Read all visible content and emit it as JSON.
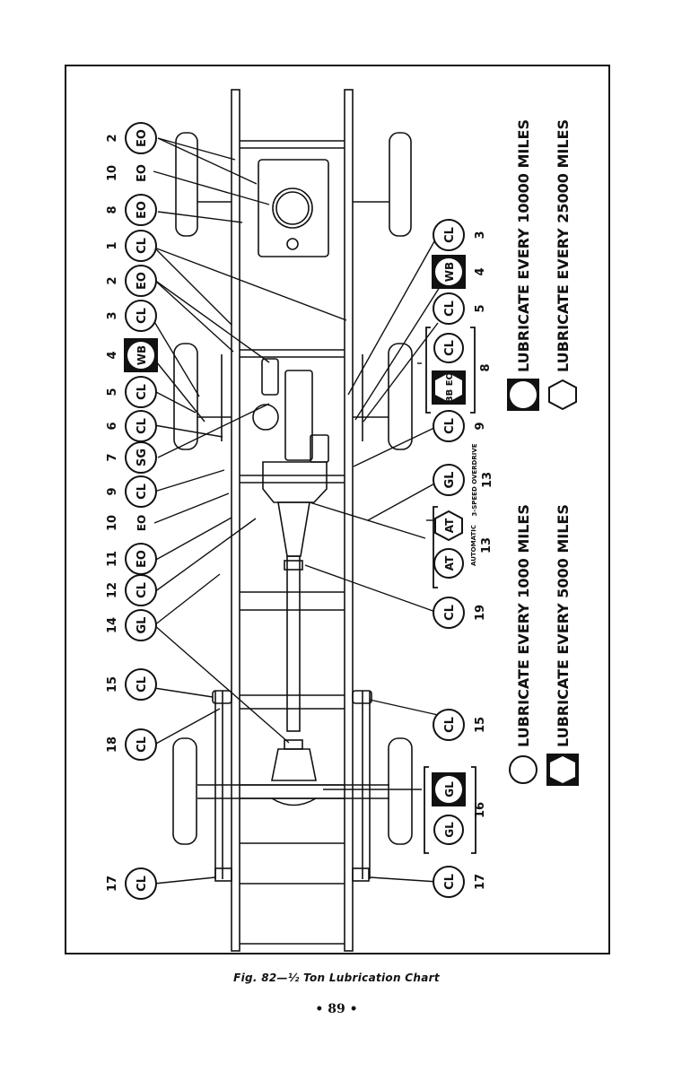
{
  "figure": {
    "caption": "Fig. 82—½ Ton Lubrication Chart",
    "page_number": "• 89 •"
  },
  "legend": [
    {
      "symbol": "circle",
      "boxed": false,
      "text": "LUBRICATE EVERY 1000 MILES"
    },
    {
      "symbol": "hexagon",
      "boxed": true,
      "text": "LUBRICATE EVERY 5000 MILES"
    },
    {
      "symbol": "circle",
      "boxed": true,
      "text": "LUBRICATE EVERY 10000 MILES"
    },
    {
      "symbol": "hexagon",
      "boxed": false,
      "text": "LUBRICATE EVERY 25000 MILES"
    }
  ],
  "callouts_left": [
    {
      "num": "2",
      "code": "EO",
      "shape": "circle",
      "boxed": false
    },
    {
      "num": "10",
      "code": "EO",
      "shape": "none",
      "boxed": false
    },
    {
      "num": "8",
      "code": "EO",
      "shape": "circle",
      "boxed": false
    },
    {
      "num": "1",
      "code": "CL",
      "shape": "circle",
      "boxed": false
    },
    {
      "num": "2",
      "code": "EO",
      "shape": "circle",
      "boxed": false
    },
    {
      "num": "3",
      "code": "CL",
      "shape": "circle",
      "boxed": false
    },
    {
      "num": "4",
      "code": "WB",
      "shape": "circle",
      "boxed": true
    },
    {
      "num": "5",
      "code": "CL",
      "shape": "circle",
      "boxed": false
    },
    {
      "num": "6",
      "code": "CL",
      "shape": "circle",
      "boxed": false
    },
    {
      "num": "7",
      "code": "SG",
      "shape": "circle",
      "boxed": false
    },
    {
      "num": "9",
      "code": "CL",
      "shape": "circle",
      "boxed": false
    },
    {
      "num": "10",
      "code": "EO",
      "shape": "none",
      "boxed": false
    },
    {
      "num": "11",
      "code": "EO",
      "shape": "circle",
      "boxed": false
    },
    {
      "num": "12",
      "code": "CL",
      "shape": "circle",
      "boxed": false
    },
    {
      "num": "14",
      "code": "GL",
      "shape": "circle",
      "boxed": false
    },
    {
      "num": "15",
      "code": "CL",
      "shape": "circle",
      "boxed": false
    },
    {
      "num": "18",
      "code": "CL",
      "shape": "circle",
      "boxed": false
    },
    {
      "num": "17",
      "code": "CL",
      "shape": "circle",
      "boxed": false
    }
  ],
  "callouts_right": [
    {
      "num": "3",
      "code": "CL",
      "shape": "circle",
      "boxed": false
    },
    {
      "num": "4",
      "code": "WB",
      "shape": "circle",
      "boxed": true
    },
    {
      "num": "5",
      "code": "CL",
      "shape": "circle",
      "boxed": false
    },
    {
      "num": "8",
      "group": [
        {
          "code": "CL",
          "shape": "circle",
          "boxed": false
        },
        {
          "code": "BB EO",
          "shape": "hexagon",
          "boxed": true
        }
      ]
    },
    {
      "num": "9",
      "code": "CL",
      "shape": "circle",
      "boxed": false
    },
    {
      "num": "13",
      "code": "GL",
      "shape": "circle",
      "boxed": false,
      "note": "3-SPEED OVERDRIVE"
    },
    {
      "num": "13",
      "group": [
        {
          "code": "AT",
          "shape": "hexagon",
          "boxed": false
        },
        {
          "code": "AT",
          "shape": "circle",
          "boxed": false
        }
      ],
      "note": "AUTOMATIC"
    },
    {
      "num": "19",
      "code": "CL",
      "shape": "circle",
      "boxed": false
    },
    {
      "num": "15",
      "code": "CL",
      "shape": "circle",
      "boxed": false
    },
    {
      "num": "16",
      "group": [
        {
          "code": "GL",
          "shape": "circle",
          "boxed": true
        },
        {
          "code": "GL",
          "shape": "circle",
          "boxed": false
        }
      ]
    },
    {
      "num": "17",
      "code": "CL",
      "shape": "circle",
      "boxed": false
    }
  ],
  "colors": {
    "ink": "#111111",
    "paper": "#ffffff"
  }
}
